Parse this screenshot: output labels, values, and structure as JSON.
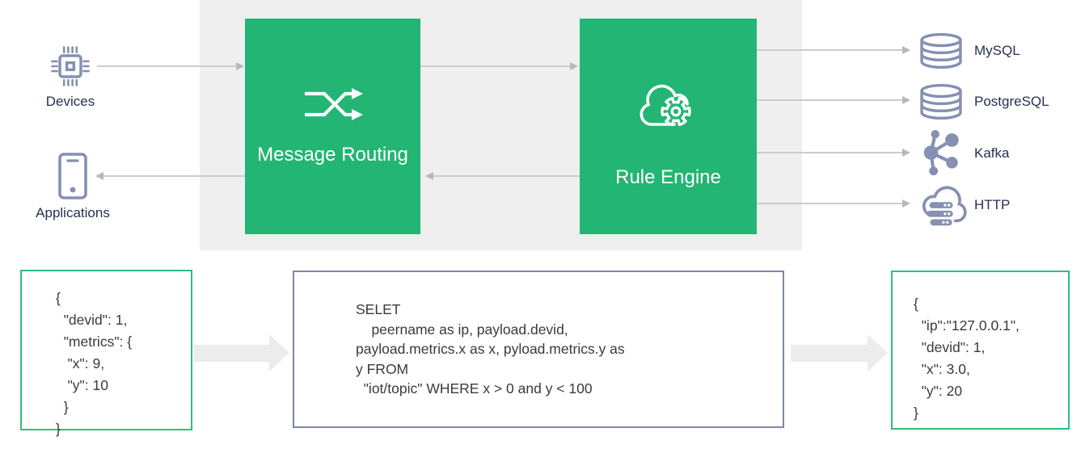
{
  "diagram": {
    "devices_label": "Devices",
    "applications_label": "Applications",
    "message_routing_label": "Message Routing",
    "rule_engine_label": "Rule Engine",
    "outputs": [
      {
        "label": "MySQL",
        "icon": "database-icon"
      },
      {
        "label": "PostgreSQL",
        "icon": "database-icon"
      },
      {
        "label": "Kafka",
        "icon": "kafka-nodes-icon"
      },
      {
        "label": "HTTP",
        "icon": "cloud-server-icon"
      }
    ],
    "colors": {
      "accent_green": "#23b573",
      "icon_blue": "#8590b2",
      "band_gray": "#efefef",
      "json_box_border_green": "#2fbe7c",
      "sql_box_border_slate": "#7d87a5",
      "label_navy": "#27304e"
    }
  },
  "code": {
    "input_json": "{\n  \"devid\": 1,\n  \"metrics\": {\n   \"x\": 9,\n   \"y\": 10\n  }\n}",
    "sql": "SELET\n    peername as ip, payload.devid,\npayload.metrics.x as x, pyload.metrics.y as\ny FROM\n  \"iot/topic\" WHERE x > 0 and y < 100",
    "output_json": "{\n  \"ip\":\"127.0.0.1\",\n  \"devid\": 1,\n  \"x\": 3.0,\n  \"y\": 20\n}"
  }
}
